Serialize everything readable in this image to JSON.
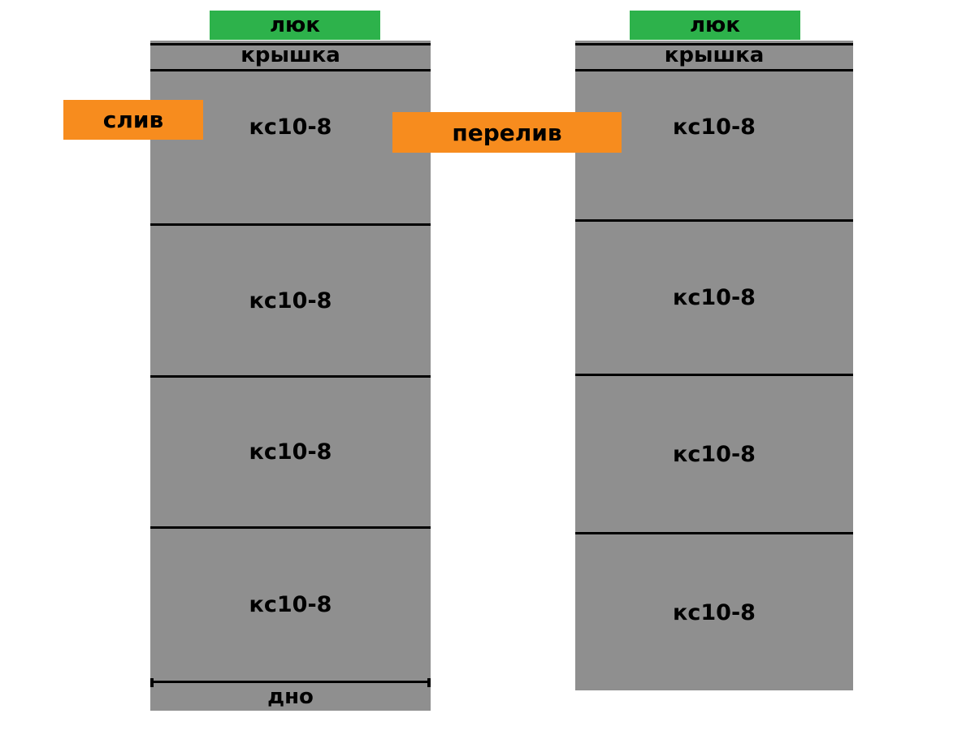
{
  "colors": {
    "ring_gray": "#8f8f8f",
    "hatch_green": "#2db24b",
    "callout_orange": "#f78c1e",
    "line_black": "#000000",
    "background_white": "#ffffff",
    "text_black": "#000000"
  },
  "left_well": {
    "hatch_label": "люк",
    "cover_label": "крышка",
    "rings": [
      {
        "label": "кс10-8"
      },
      {
        "label": "кс10-8"
      },
      {
        "label": "кс10-8"
      },
      {
        "label": "кс10-8"
      }
    ],
    "bottom_label": "дно",
    "drain_label": "слив"
  },
  "right_well": {
    "hatch_label": "люк",
    "cover_label": "крышка",
    "rings": [
      {
        "label": "кс10-8"
      },
      {
        "label": "кс10-8"
      },
      {
        "label": "кс10-8"
      },
      {
        "label": "кс10-8"
      }
    ]
  },
  "overflow_label": "перелив"
}
